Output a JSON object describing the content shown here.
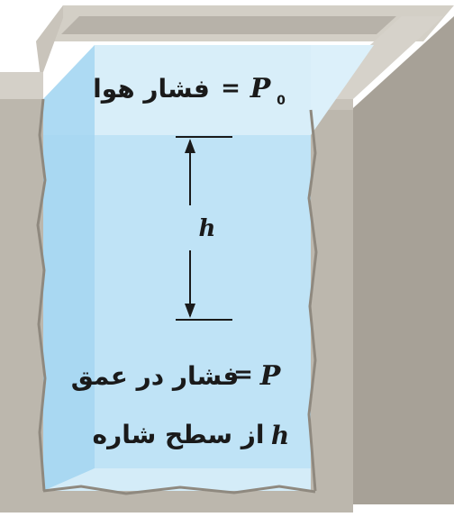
{
  "labels": {
    "surface_pressure": {
      "symbol": "P",
      "subscript": "0",
      "eq": "=",
      "text": "فشار هوا"
    },
    "depth_pressure": {
      "symbol": "P",
      "eq": "=",
      "line1": "فشار در عمق",
      "line2_var": "h",
      "line2_text": "از سطح شاره"
    },
    "depth_symbol": "h"
  },
  "colors": {
    "wall": "#bdb8ae",
    "wall_dark": "#a39d93",
    "wall_light": "#d9d5cd",
    "water_top": "#d8eef9",
    "water": "#bfe3f6",
    "water_left": "#9dd3f0",
    "ink": "#1a1a1a"
  }
}
